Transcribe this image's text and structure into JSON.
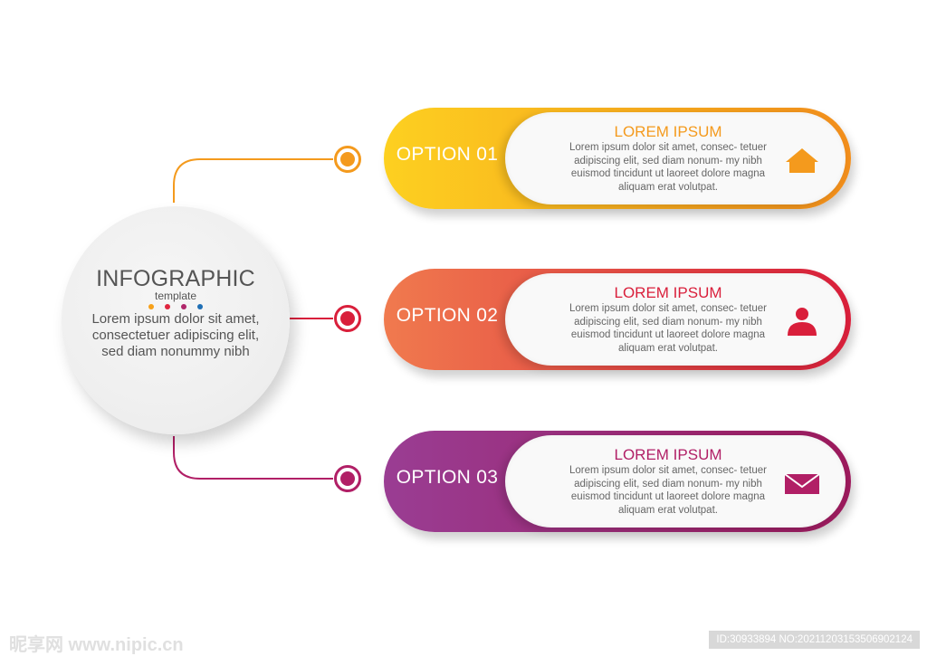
{
  "center": {
    "title": "INFOGRAPHIC",
    "subtitle": "template",
    "body": "Lorem ipsum dolor sit amet, consectetuer adipiscing elit, sed diam nonummy nibh",
    "dot_colors": [
      "#f7a11a",
      "#e0263f",
      "#b0266a",
      "#1f6fb5"
    ]
  },
  "options": [
    {
      "label": "OPTION 01",
      "title": "LOREM IPSUM",
      "body": "Lorem ipsum dolor sit amet, consec- tetuer adipiscing elit, sed diam nonum- my nibh euismod tincidunt ut laoreet dolore magna aliquam erat volutpat.",
      "icon": "house-icon",
      "color_start": "#fdd020",
      "color_end": "#f28e1c",
      "accent": "#f49a1d"
    },
    {
      "label": "OPTION 02",
      "title": "LOREM IPSUM",
      "body": "Lorem ipsum dolor sit amet, consec- tetuer adipiscing elit, sed diam nonum- my nibh euismod tincidunt ut laoreet dolore magna aliquam erat volutpat.",
      "icon": "user-icon",
      "color_start": "#f07a4e",
      "color_end": "#d91f3b",
      "accent": "#d91f3b"
    },
    {
      "label": "OPTION 03",
      "title": "LOREM IPSUM",
      "body": "Lorem ipsum dolor sit amet, consec- tetuer adipiscing elit, sed diam nonum- my nibh euismod tincidunt ut laoreet dolore magna aliquam erat volutpat.",
      "icon": "envelope-icon",
      "color_start": "#9a3d93",
      "color_end": "#9c1a5c",
      "accent": "#b11f66"
    }
  ],
  "watermark": {
    "left": "昵享网 www.nipic.cn",
    "right": "ID:30933894 NO:20211203153506902124"
  }
}
